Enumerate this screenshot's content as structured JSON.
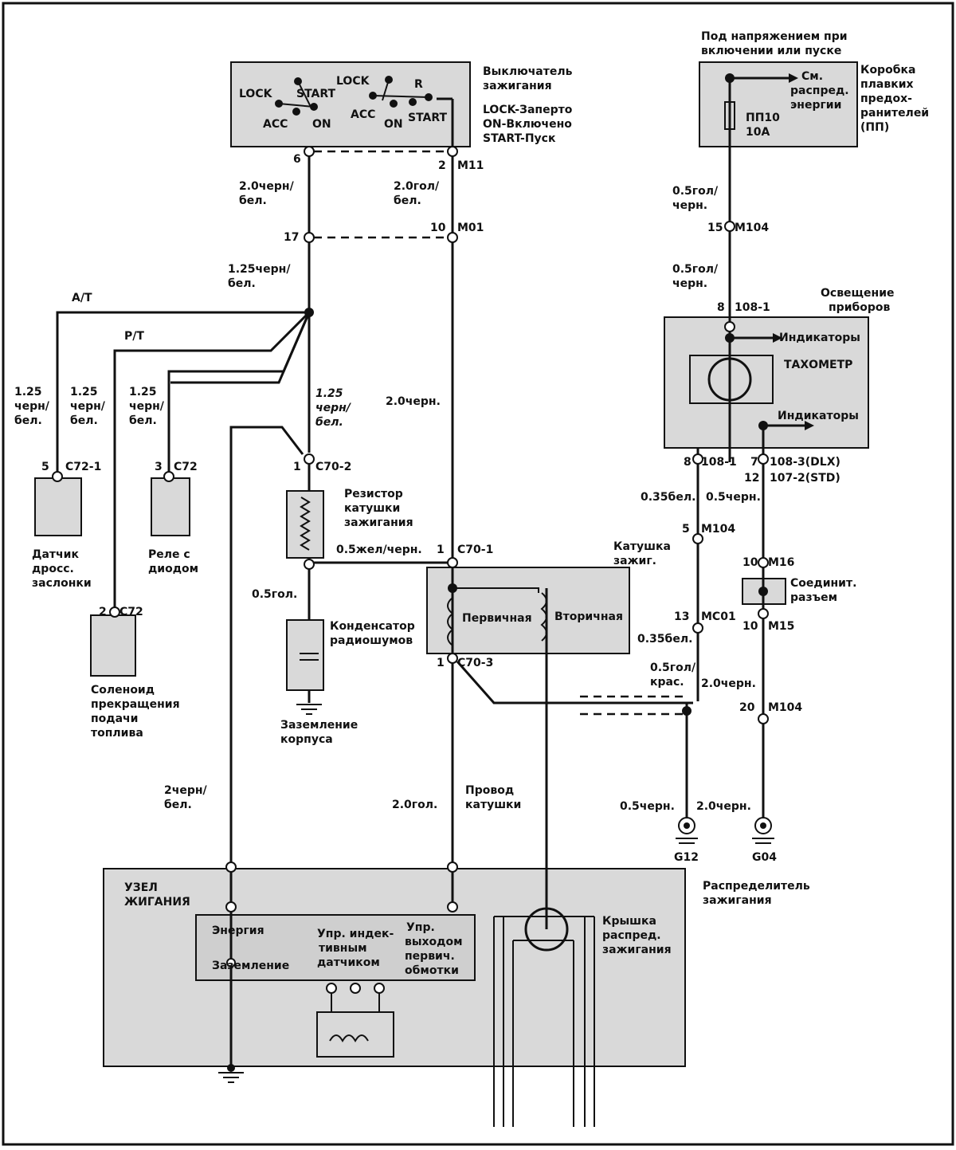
{
  "labels": {
    "power_note": [
      "Под напряжением при",
      "включении или пуске"
    ],
    "ign_switch": [
      "Выключатель",
      "зажигания"
    ],
    "switch_legend": [
      "LOCK-Заперто",
      "ON-Включено",
      "START-Пуск"
    ],
    "sw_lock": "LOCK",
    "sw_start": "START",
    "sw_acc": "ACC",
    "sw_on": "ON",
    "sw_r": "R",
    "fuse_box": [
      "Коробка",
      "плавких",
      "предох-",
      "ранителей",
      "(ПП)"
    ],
    "see_distr": [
      "См.",
      "распред.",
      "энергии"
    ],
    "fuse": [
      "ПП10",
      "10A"
    ],
    "instr_light": [
      "Освещение",
      "приборов"
    ],
    "indicators": "Индикаторы",
    "tacho": "ТАХОМЕТР",
    "at": "A/T",
    "pt": "P/T",
    "w_sw6": [
      "2.0черн/",
      "бел."
    ],
    "w_sw2": [
      "2.0гол/",
      "бел."
    ],
    "w_17": [
      "1.25черн/",
      "бел."
    ],
    "w_c72_1": [
      "1.25",
      "черн/",
      "бел."
    ],
    "w_c72_2": [
      "1.25",
      "черн/",
      "бел."
    ],
    "w_c72_3": [
      "1.25",
      "черн/",
      "бел."
    ],
    "w_c70_2": [
      "1.25",
      "черн/",
      "бел."
    ],
    "w_20": "2.0черн.",
    "w_res": "0.5жел/черн.",
    "w_cond": "0.5гол.",
    "w_fuse": [
      "0.5гол/",
      "черн."
    ],
    "w_m104": [
      "0.5гол/",
      "черн."
    ],
    "w_35": "0.35бел.",
    "w_5": "0.5черн.",
    "w_35b": "0.35бел.",
    "w_grn": [
      "0.5гол/",
      "крас."
    ],
    "w_20b": "2.0черн.",
    "w_2blk": [
      "2черн/",
      "бел."
    ],
    "w_20gol": "2.0гол.",
    "w_g12": "0.5черн.",
    "w_g04": "2.0черн.",
    "coil_wire": [
      "Провод",
      "катушки"
    ],
    "tps": [
      "Датчик",
      "дросс.",
      "заслонки"
    ],
    "relay": [
      "Реле с",
      "диодом"
    ],
    "solenoid": [
      "Соленоид",
      "прекращения",
      "подачи",
      "топлива"
    ],
    "resistor": [
      "Резистор",
      "катушки",
      "зажигания"
    ],
    "condenser": [
      "Конденсатор",
      "радиошумов"
    ],
    "body_gnd": [
      "Заземление",
      "корпуса"
    ],
    "coil": [
      "Катушка",
      "зажиг."
    ],
    "primary": "Первичная",
    "secondary": "Вторичная",
    "connector": [
      "Соединит.",
      "разъем"
    ],
    "ign_unit": [
      "УЗЕЛ",
      "ЖИГАНИЯ"
    ],
    "energy": "Энергия",
    "ground": "Заземление",
    "ind_ctrl": [
      "Упр. индек-",
      "тивным",
      "датчиком"
    ],
    "prim_ctrl": [
      "Упр.",
      "выходом",
      "первич.",
      "обмотки"
    ],
    "cap": [
      "Крышка",
      "распред.",
      "зажигания"
    ],
    "distributor": [
      "Распределитель",
      "зажигания"
    ],
    "g12": "G12",
    "g04": "G04"
  },
  "pins": {
    "sw6": "6",
    "sw2": "2",
    "m11": "M11",
    "p17": "17",
    "p10": "10",
    "m01": "M01",
    "p15": "15",
    "m104a": "M104",
    "p8": "8",
    "p108_1": "108-1",
    "c72_1_n": "5",
    "c72_1": "C72-1",
    "c72_r_n": "3",
    "c72_r": "C72",
    "c72_s_n": "2",
    "c72_s": "C72",
    "c70_2_n": "1",
    "c70_2": "C70-2",
    "c70_1_n": "1",
    "c70_1": "C70-1",
    "c70_3_n": "1",
    "c70_3": "C70-3",
    "p8b": "8",
    "p108_1b": "108-1",
    "p7": "7",
    "p108_3": "108-3(DLX)",
    "p12": "12",
    "p107_2": "107-2(STD)",
    "p5": "5",
    "m104b": "M104",
    "p10b": "10",
    "m16": "M16",
    "p13": "13",
    "mc01": "MC01",
    "p10c": "10",
    "m15": "M15",
    "p20": "20",
    "m104c": "M104"
  }
}
